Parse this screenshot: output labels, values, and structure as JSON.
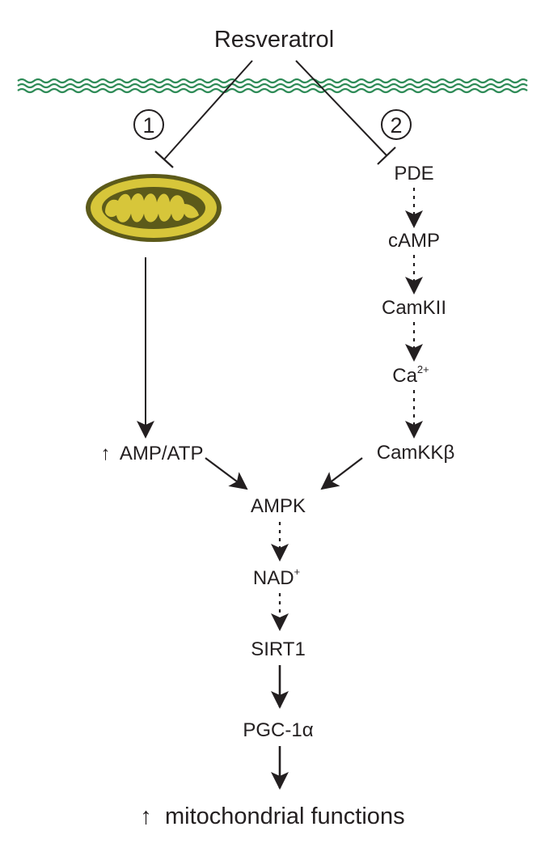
{
  "title": "Resveratrol",
  "pathway_markers": [
    "1",
    "2"
  ],
  "pathway1": {
    "organelle_icon": "mitochondrion-icon",
    "readout_arrow": "↑",
    "readout": "AMP/ATP"
  },
  "pathway2": {
    "nodes": [
      "PDE",
      "cAMP",
      "CamKII"
    ],
    "calcium": {
      "base": "Ca",
      "sup": "2+"
    },
    "kinase": "CamKKβ"
  },
  "downstream": {
    "ampk": "AMPK",
    "nad": {
      "base": "NAD",
      "sup": "+"
    },
    "sirt1": "SIRT1",
    "pgc": "PGC-1α"
  },
  "outcome": {
    "arrow": "↑",
    "text": "mitochondrial functions"
  },
  "colors": {
    "membrane": "#2e8b57",
    "mito_fill": "#d7c63a",
    "mito_dark": "#5c5a1a",
    "ink": "#231f20"
  }
}
